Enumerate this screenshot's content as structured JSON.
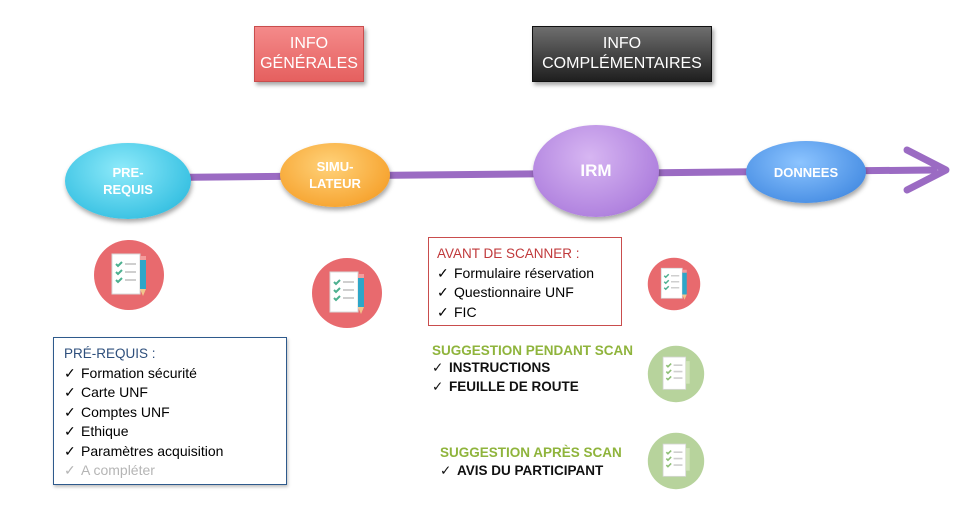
{
  "headers": {
    "info_generales": [
      "INFO",
      "GÉNÉRALES"
    ],
    "info_complementaires": [
      "INFO",
      "COMPLÉMENTAIRES"
    ]
  },
  "nodes": {
    "pre_requis": [
      "PRE-",
      "REQUIS"
    ],
    "simulateur": [
      "SIMU-",
      "LATEUR"
    ],
    "irm": "IRM",
    "donnees": "DONNEES"
  },
  "prerequis_box": {
    "title": "PRÉ-REQUIS :",
    "items": [
      "Formation sécurité",
      "Carte UNF",
      "Comptes UNF",
      "Ethique",
      "Paramètres acquisition"
    ],
    "pending_item": "A compléter"
  },
  "avant_scanner_box": {
    "title": "AVANT DE SCANNER :",
    "items": [
      "Formulaire réservation",
      "Questionnaire UNF",
      "FIC"
    ]
  },
  "pendant_scan": {
    "title": "SUGGESTION PENDANT SCAN",
    "items": [
      "INSTRUCTIONS",
      "FEUILLE DE ROUTE"
    ]
  },
  "apres_scan": {
    "title": "SUGGESTION APRÈS SCAN",
    "items": [
      "AVIS DU PARTICIPANT"
    ]
  },
  "checkmark": "✓",
  "colors": {
    "timeline": "#9b6bc3",
    "red_accent": "#e5605f",
    "green_accent": "#a9c98b",
    "blue_border": "#2e5a8c"
  },
  "icons": {
    "checklist_red": "checklist-pencil-icon",
    "checklist_green": "checklist-icon"
  }
}
